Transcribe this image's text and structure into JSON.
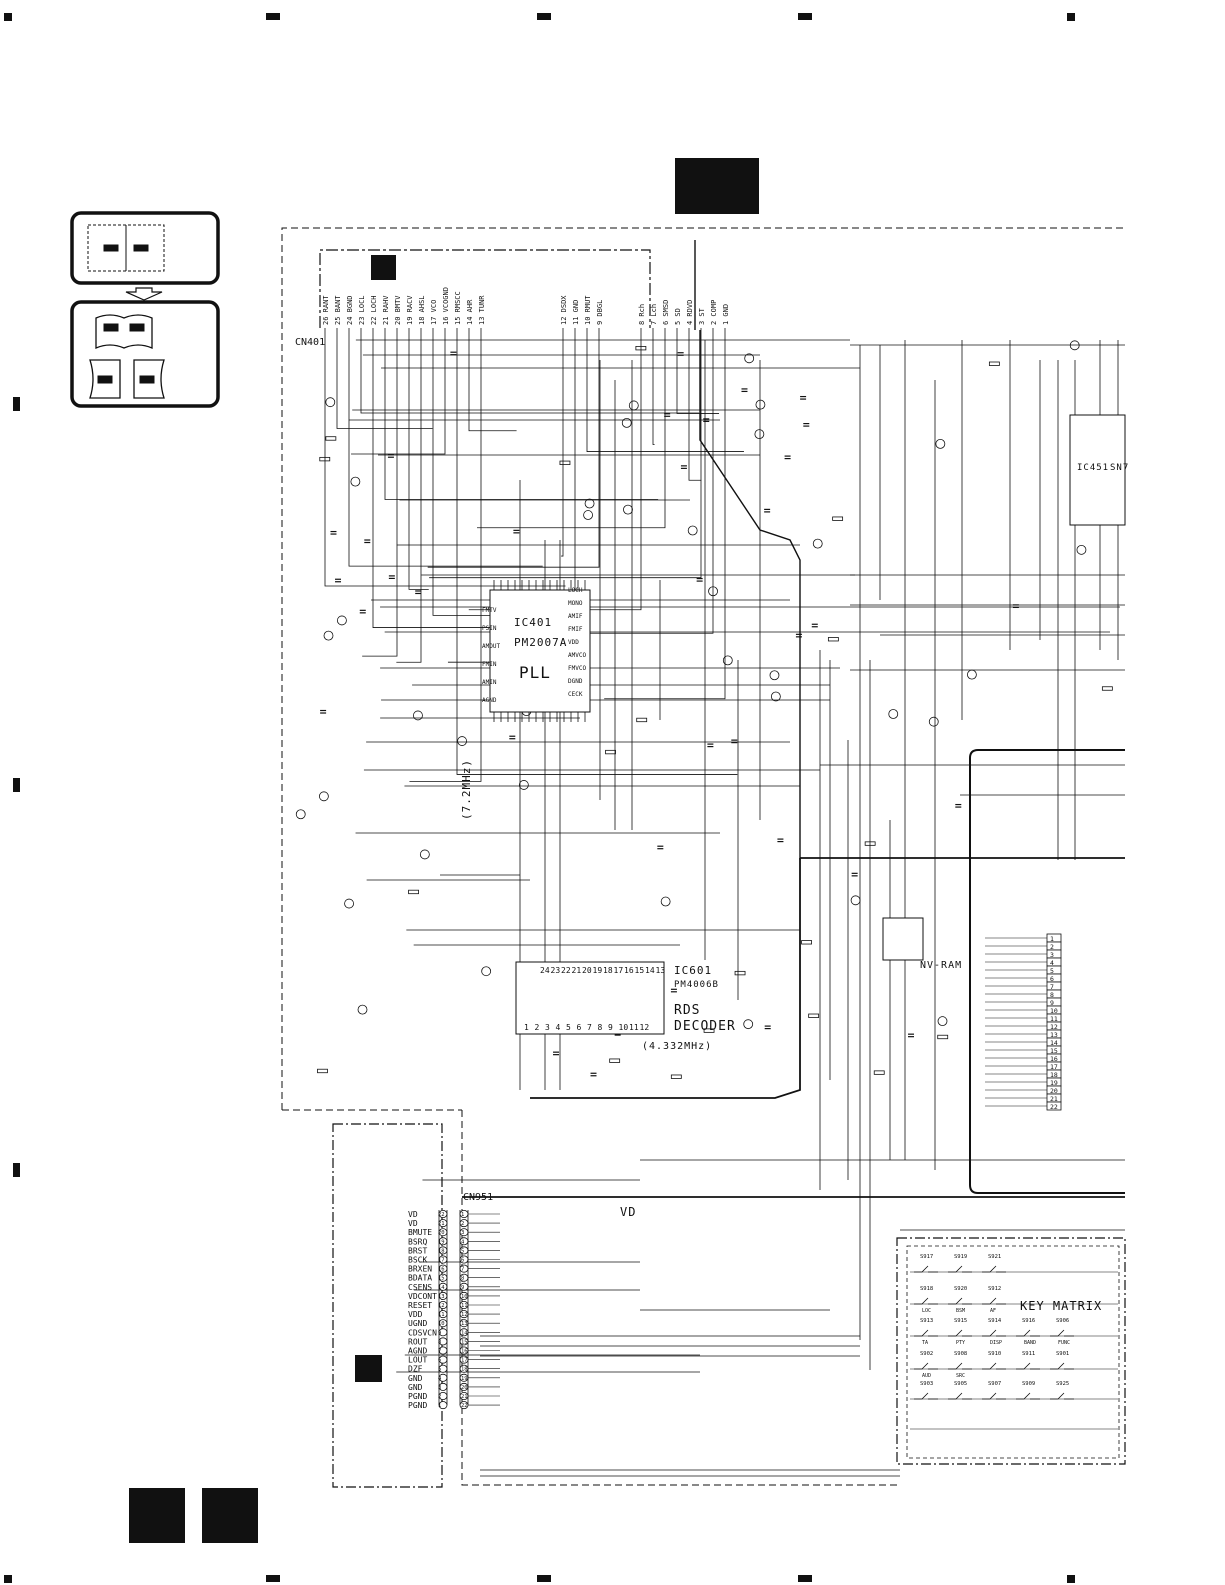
{
  "connector_top": {
    "name": "CN401"
  },
  "connector_bottom": {
    "name": "CN951"
  },
  "ic401": {
    "ref": "IC401",
    "part": "PM2007A",
    "func": "PLL",
    "crystal": "(7.2MHz)"
  },
  "ic601": {
    "ref": "IC601",
    "part": "PM4006B",
    "func_line1": "RDS",
    "func_line2": "DECODER",
    "crystal": "(4.332MHz)"
  },
  "ic701": {
    "func": "NV-RAM"
  },
  "ic451": {
    "ref": "IC451",
    "part": "SN7"
  },
  "key_matrix": {
    "title": "KEY MATRIX"
  },
  "vd_label": "VD",
  "cn951_signals": [
    "VD",
    "VD",
    "BMUTE",
    "BSRQ",
    "BRST",
    "BSCK",
    "BRXEN",
    "BDATA",
    "CSENS",
    "VDCONT",
    "RESET",
    "VDD",
    "UGND",
    "CDSVCN",
    "ROUT",
    "AGND",
    "LOUT",
    "DZF",
    "GND",
    "GND",
    "PGND",
    "PGND"
  ],
  "cn951_pins": [
    "22",
    "21",
    "20",
    "19",
    "18",
    "17",
    "16",
    "15",
    "14",
    "13",
    "12",
    "11",
    "10",
    "9",
    "8",
    "7",
    "6",
    "5",
    "4",
    "3",
    "2",
    "1"
  ],
  "cn401_pins": [
    "26 RANT",
    "25 BANT",
    "24 BGND",
    "23 LOCL",
    "22 LOCH",
    "21 RAHV",
    "20 BMTV",
    "19 RACV",
    "18 AHSL",
    "17 VCO",
    "16 VCOGND",
    "15 RMSCC",
    "14 AHR",
    "13 TUNR",
    "12 DSDX",
    "11 GND",
    "10 RMUT",
    "9 DBGL",
    "8 Rch",
    "7 Lch",
    "6 SMSD",
    "5 SD",
    "4 RDVD",
    "3 ST",
    "2 COMP",
    "1 GND"
  ],
  "ic401_left_pins": [
    "FMTV",
    "PSIN",
    "AMOUT",
    "FMIN",
    "AMIN",
    "AGND"
  ],
  "ic401_right_pins": [
    "LOCH",
    "MONO",
    "AMIF",
    "FMIF",
    "VDD",
    "AMVCO",
    "FMVCO",
    "DGND",
    "CECK"
  ],
  "ic601_top_pins": [
    "24",
    "23",
    "22",
    "21",
    "20",
    "19",
    "18",
    "17",
    "16",
    "15",
    "14",
    "13"
  ],
  "ic601_bottom_pins": [
    "1",
    "2",
    "3",
    "4",
    "5",
    "6",
    "7",
    "8",
    "9",
    "10",
    "11",
    "12"
  ],
  "switches": [
    "S917",
    "S919",
    "S921",
    "S918",
    "S920",
    "S912",
    "S913",
    "S915",
    "S914",
    "S916",
    "S906",
    "S902",
    "S908",
    "S910",
    "S911",
    "S901",
    "S903",
    "S905",
    "S907",
    "S909",
    "S925"
  ],
  "switch_labels": [
    "LOC",
    "BSM",
    "AF",
    "TA",
    "PTY",
    "DISP",
    "BAND",
    "FUNC",
    "AUD",
    "SRC"
  ]
}
